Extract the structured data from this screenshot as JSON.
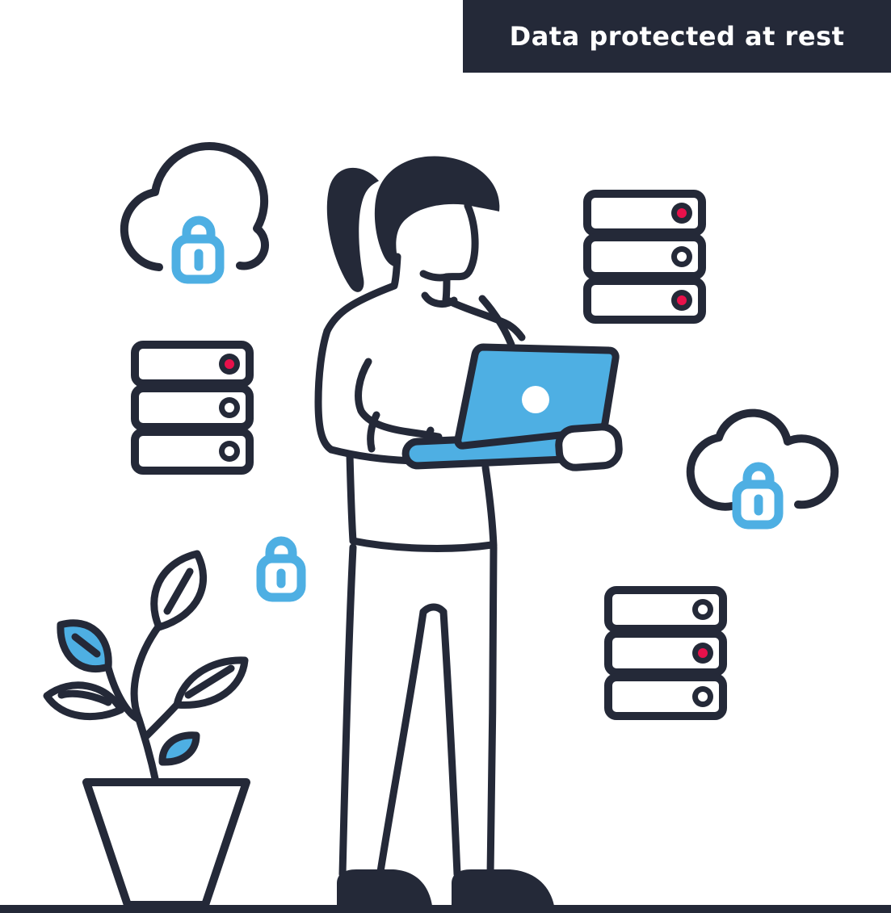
{
  "banner": {
    "label": "Data protected at rest"
  },
  "colors": {
    "navy": "#242938",
    "blue": "#4EAFE3",
    "red": "#E8114B",
    "white": "#FFFFFF"
  },
  "illustration": {
    "description": "Woman with ponytail holding a blue laptop, surrounded by padlocked clouds and server stacks, with a potted plant",
    "server_stacks": [
      {
        "id": "top-right",
        "leds": [
          "red",
          "white",
          "red"
        ]
      },
      {
        "id": "left",
        "leds": [
          "red",
          "white",
          "white"
        ]
      },
      {
        "id": "bottom-right",
        "leds": [
          "white",
          "red",
          "white"
        ]
      }
    ],
    "clouds": [
      {
        "id": "top-left",
        "lock": true
      },
      {
        "id": "right",
        "lock": true
      }
    ],
    "standalone_locks": 1,
    "person": {
      "holding": "laptop"
    },
    "plant": {
      "leaves": 5,
      "blue_leaves": 2
    }
  }
}
